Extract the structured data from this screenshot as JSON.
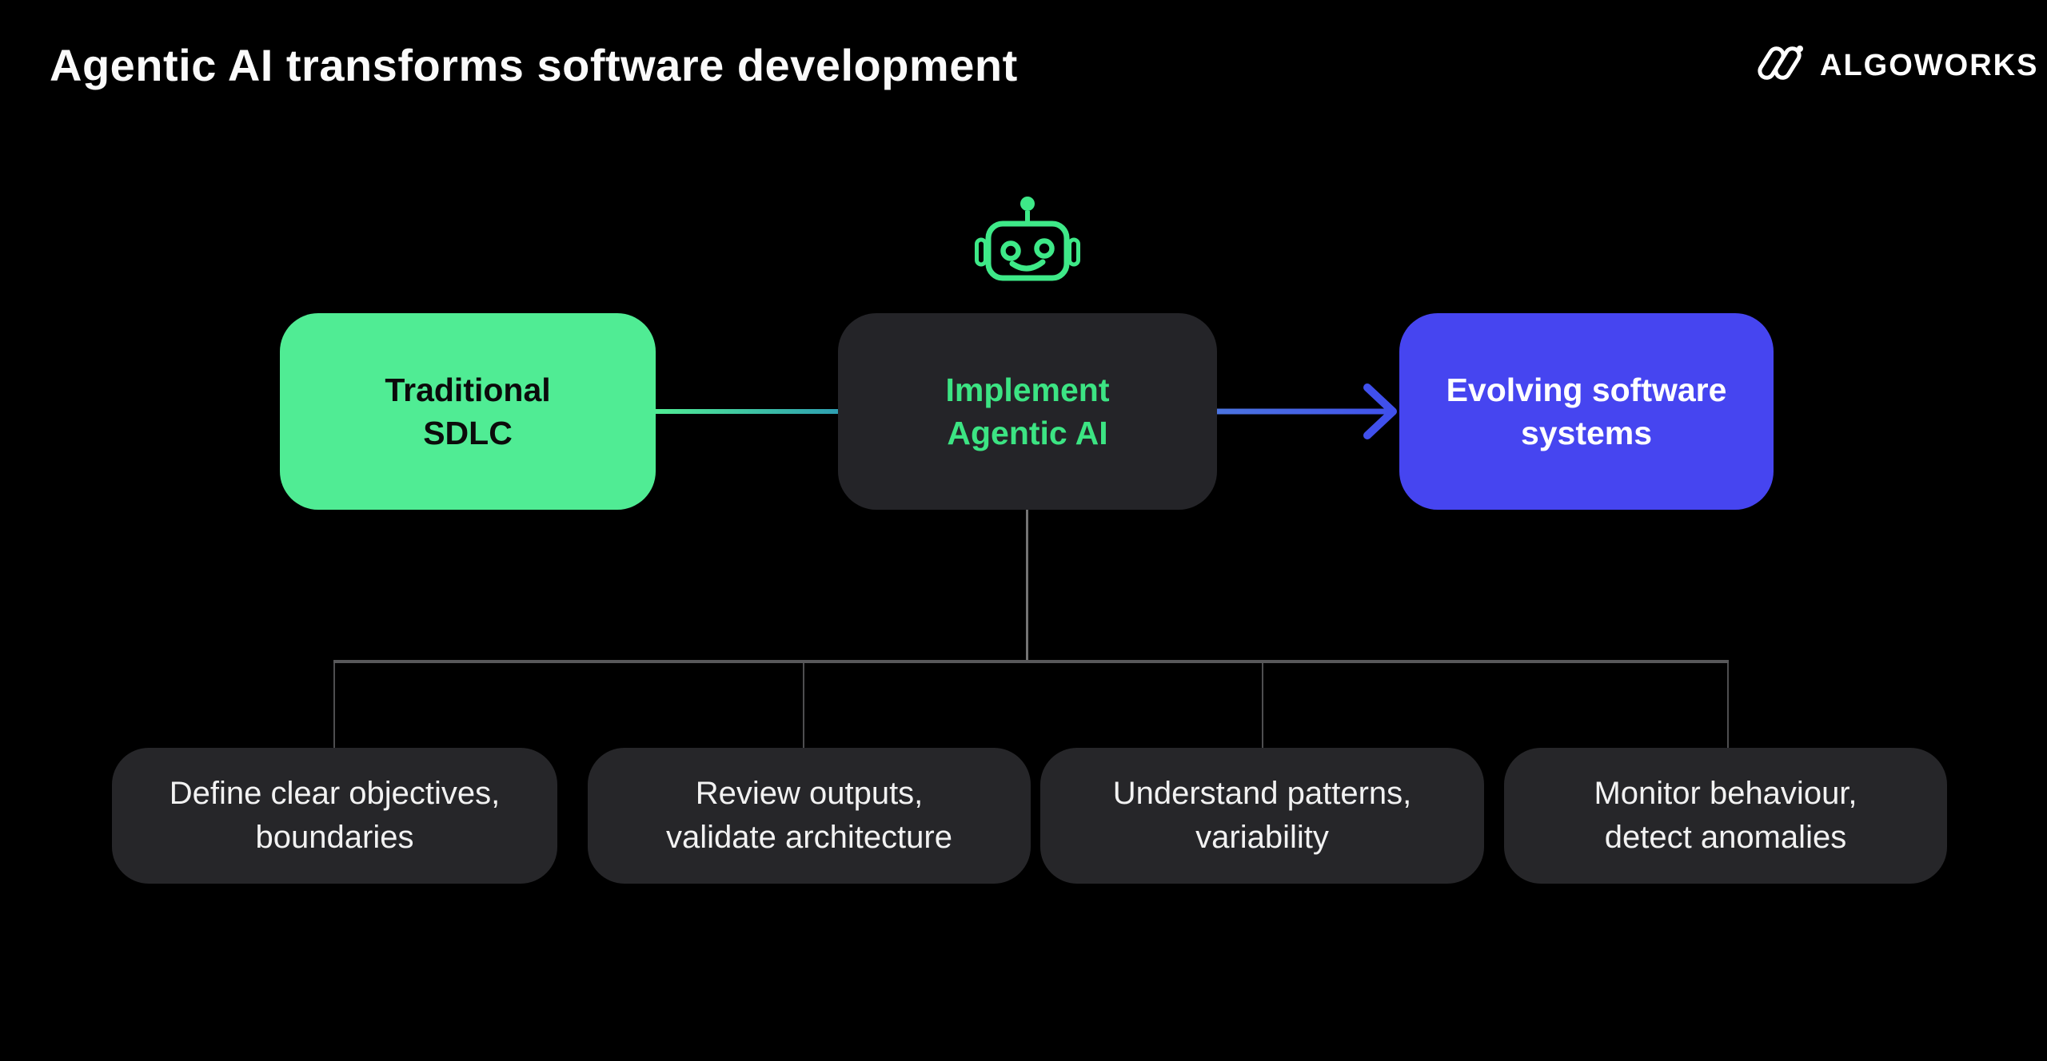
{
  "header": {
    "title": "Agentic AI transforms software development",
    "logo_text": "ALGOWORKS",
    "logo_icon": "algoworks-interlocked-loops-icon"
  },
  "flow": {
    "robot_icon": "robot-icon",
    "main_nodes": [
      {
        "id": "traditional-sdlc",
        "lines": [
          "Traditional",
          "SDLC"
        ],
        "bg": "#50ec94",
        "text_color": "#0b0b0b"
      },
      {
        "id": "implement-agentic-ai",
        "lines": [
          "Implement",
          "Agentic AI"
        ],
        "bg": "#242428",
        "text_color": "#3ce483"
      },
      {
        "id": "evolving-software-systems",
        "lines": [
          "Evolving software",
          "systems"
        ],
        "bg": "#4645f0",
        "text_color": "#ffffff"
      }
    ],
    "connectors": [
      {
        "id": "traditional-to-implement",
        "style": "gradient-line",
        "from_color": "#50ec94",
        "to_color": "#2e9fb2"
      },
      {
        "id": "implement-to-evolving",
        "style": "gradient-arrow",
        "from_color": "#4b74e0",
        "to_color": "#4050ec"
      },
      {
        "id": "implement-to-subnodes",
        "style": "gray-tree",
        "color": "#58585a"
      }
    ],
    "sub_nodes": [
      {
        "id": "define-objectives",
        "lines": [
          "Define clear objectives,",
          "boundaries"
        ]
      },
      {
        "id": "review-outputs",
        "lines": [
          "Review outputs,",
          "validate architecture"
        ]
      },
      {
        "id": "understand-patterns",
        "lines": [
          "Understand patterns,",
          "variability"
        ]
      },
      {
        "id": "monitor-behaviour",
        "lines": [
          "Monitor behaviour,",
          "detect anomalies"
        ]
      }
    ]
  },
  "colors": {
    "background": "#000000",
    "accent_green": "#50ec94",
    "accent_green_text": "#3ce483",
    "accent_blue": "#4645f0",
    "dark_node": "#242428",
    "sub_node": "#262629",
    "tree_gray": "#58585a",
    "text_light": "#f2f2f2"
  }
}
